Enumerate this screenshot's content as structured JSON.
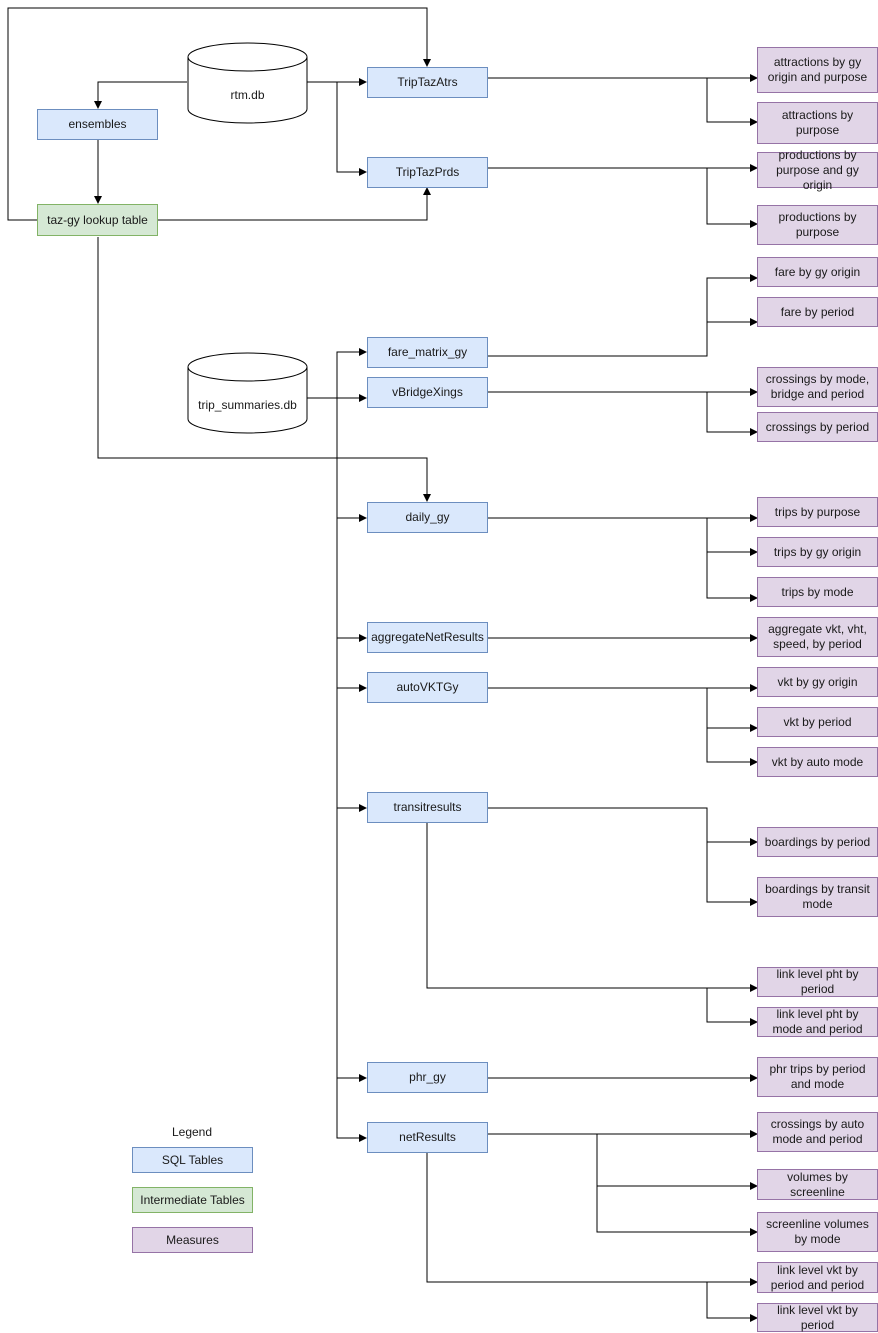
{
  "databases": {
    "rtm": "rtm.db",
    "trip_summaries": "trip_summaries.db"
  },
  "tables": {
    "ensembles": "ensembles",
    "taz_gy": "taz-gy lookup table",
    "trip_taz_atrs": "TripTazAtrs",
    "trip_taz_prds": "TripTazPrds",
    "fare_matrix_gy": "fare_matrix_gy",
    "vbridge_xings": "vBridgeXings",
    "daily_gy": "daily_gy",
    "aggregate_net_results": "aggregateNetResults",
    "auto_vkt_gy": "autoVKTGy",
    "transitresults": "transitresults",
    "phr_gy": "phr_gy",
    "net_results": "netResults"
  },
  "measures": {
    "attr_gy_origin_purpose": "attractions by gy origin and purpose",
    "attr_purpose": "attractions by purpose",
    "prod_purpose_gy_origin": "productions by purpose and gy origin",
    "prod_purpose": "productions by purpose",
    "fare_gy_origin": "fare by gy origin",
    "fare_period": "fare by period",
    "crossings_mode_bridge_period": "crossings by mode, bridge and period",
    "crossings_period": "crossings by period",
    "trips_purpose": "trips by purpose",
    "trips_gy_origin": "trips by gy origin",
    "trips_mode": "trips by mode",
    "aggregate_vkt": "aggregate vkt, vht, speed, by period",
    "vkt_gy_origin": "vkt by gy origin",
    "vkt_period": "vkt by period",
    "vkt_auto_mode": "vkt by auto mode",
    "boardings_period": "boardings by period",
    "boardings_transit_mode": "boardings by transit mode",
    "link_pht_period": "link level pht by period",
    "link_pht_mode_period": "link level pht by mode and period",
    "phr_trips": "phr trips by period and mode",
    "crossings_auto_mode_period": "crossings by auto mode and period",
    "volumes_screenline": "volumes by screenline",
    "screenline_volumes_mode": "screenline volumes by mode",
    "link_vkt_period_period": "link level vkt by period and period",
    "link_vkt_period": "link level vkt by period"
  },
  "legend": {
    "title": "Legend",
    "sql": "SQL Tables",
    "intermediate": "Intermediate Tables",
    "measures": "Measures"
  },
  "colors": {
    "sql_fill": "#dae8fc",
    "sql_stroke": "#6c8ebf",
    "intermediate_fill": "#d5e8d4",
    "intermediate_stroke": "#82b366",
    "measure_fill": "#e1d5e7",
    "measure_stroke": "#9673a6",
    "line": "#000000"
  }
}
